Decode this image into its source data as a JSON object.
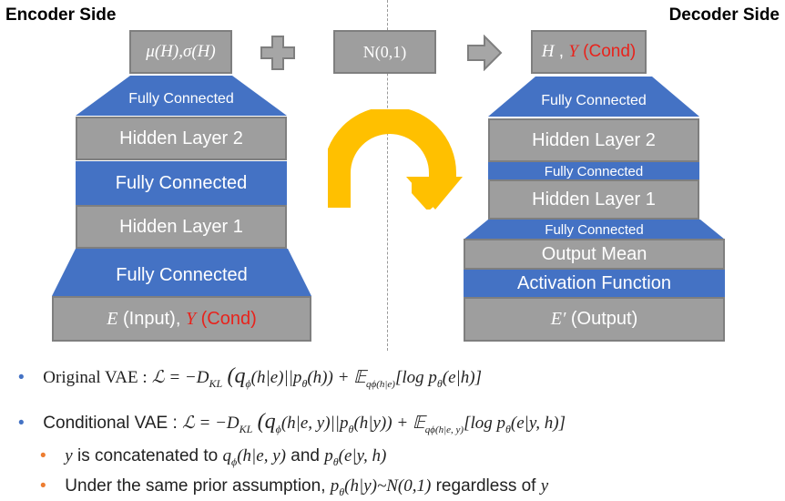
{
  "encoder": {
    "title": "Encoder Side",
    "top_box": "μ(H),σ(H)",
    "fc_top": "Fully Connected",
    "hidden2": "Hidden Layer 2",
    "fc_mid": "Fully Connected",
    "hidden1": "Hidden Layer 1",
    "fc_bottom": "Fully Connected",
    "input_e": "E",
    "input_label": " (Input), ",
    "input_y": "Y",
    "input_cond": " (Cond)"
  },
  "noise_box": "N(0,1)",
  "decoder": {
    "title": "Decoder Side",
    "top_h": "H",
    "top_sep": " , ",
    "top_y": "Y",
    "top_cond": " (Cond)",
    "fc_top": "Fully Connected",
    "hidden2": "Hidden Layer 2",
    "fc_mid": "Fully Connected",
    "hidden1": "Hidden Layer 1",
    "fc_bottom": "Fully Connected",
    "output_mean": "Output Mean",
    "activation": "Activation Function",
    "output_e": "E′",
    "output_label": " (Output)"
  },
  "bullets": {
    "b1_label": "Original VAE :",
    "b1_formula": "ℒ = −D",
    "b1_kl": "KL",
    "b1_rest": "(q",
    "b1_phi": "ϕ",
    "b1_tail": "(h|e)||p",
    "b1_theta": "θ",
    "b1_tail2": "(h)) + 𝔼",
    "b1_sub": "qϕ(h|e)",
    "b1_end": "[log p",
    "b1_theta2": "θ",
    "b1_end2": "(e|h)]",
    "b2_label": "Conditional VAE :",
    "b2_formula": "ℒ = −D",
    "b2_kl": "KL",
    "b2_rest": "(q",
    "b2_phi": "ϕ",
    "b2_tail": "(h|e, y)||p",
    "b2_theta": "θ",
    "b2_tail2": "(h|y)) + 𝔼",
    "b2_sub": "qϕ(h|e, y)",
    "b2_end": "[log p",
    "b2_theta2": "θ",
    "b2_end2": "(e|y, h)]",
    "s1_y": "y",
    "s1_text": " is concatenated to ",
    "s1_q": "q",
    "s1_phi": "ϕ",
    "s1_qargs": "(h|e, y)",
    "s1_and": " and ",
    "s1_p": "p",
    "s1_theta": "θ",
    "s1_pargs": "(e|y, h)",
    "s2_text": "Under the same prior assumption, ",
    "s2_p": "p",
    "s2_theta": "θ",
    "s2_pargs": "(h|y)~N(0,1)",
    "s2_tail": " regardless of ",
    "s2_y": "y"
  },
  "colors": {
    "blue": "#4472c4",
    "gray": "#9e9e9e",
    "arrow": "#ffc000",
    "red": "#e8231c"
  }
}
